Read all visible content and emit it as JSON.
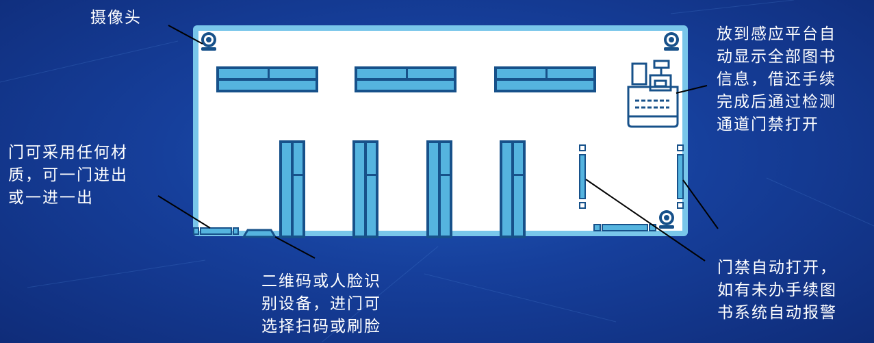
{
  "labels": {
    "camera": "摄像头",
    "platform": "放到感应平台自\n动显示全部图书\n信息，借还手续\n完成后通过检测\n通道门禁打开",
    "door": "门可采用任何材\n质，可一门进出\n或一进一出",
    "alarm": "门禁自动打开，\n如有未办手续图\n书系统自动报警",
    "scanner": "二维码或人脸识\n别设备，进门可\n选择扫码或刷脸"
  },
  "colors": {
    "room_fill": "#ffffff",
    "room_border": "#79c6ea",
    "shelf_dark": "#17518a",
    "shelf_light": "#55b4df",
    "label_text": "#ffffff",
    "leader_line": "#000000"
  },
  "icons": [
    "camera-icon",
    "cash-register-icon",
    "gate-post-icon",
    "door-icon",
    "scanner-icon"
  ]
}
